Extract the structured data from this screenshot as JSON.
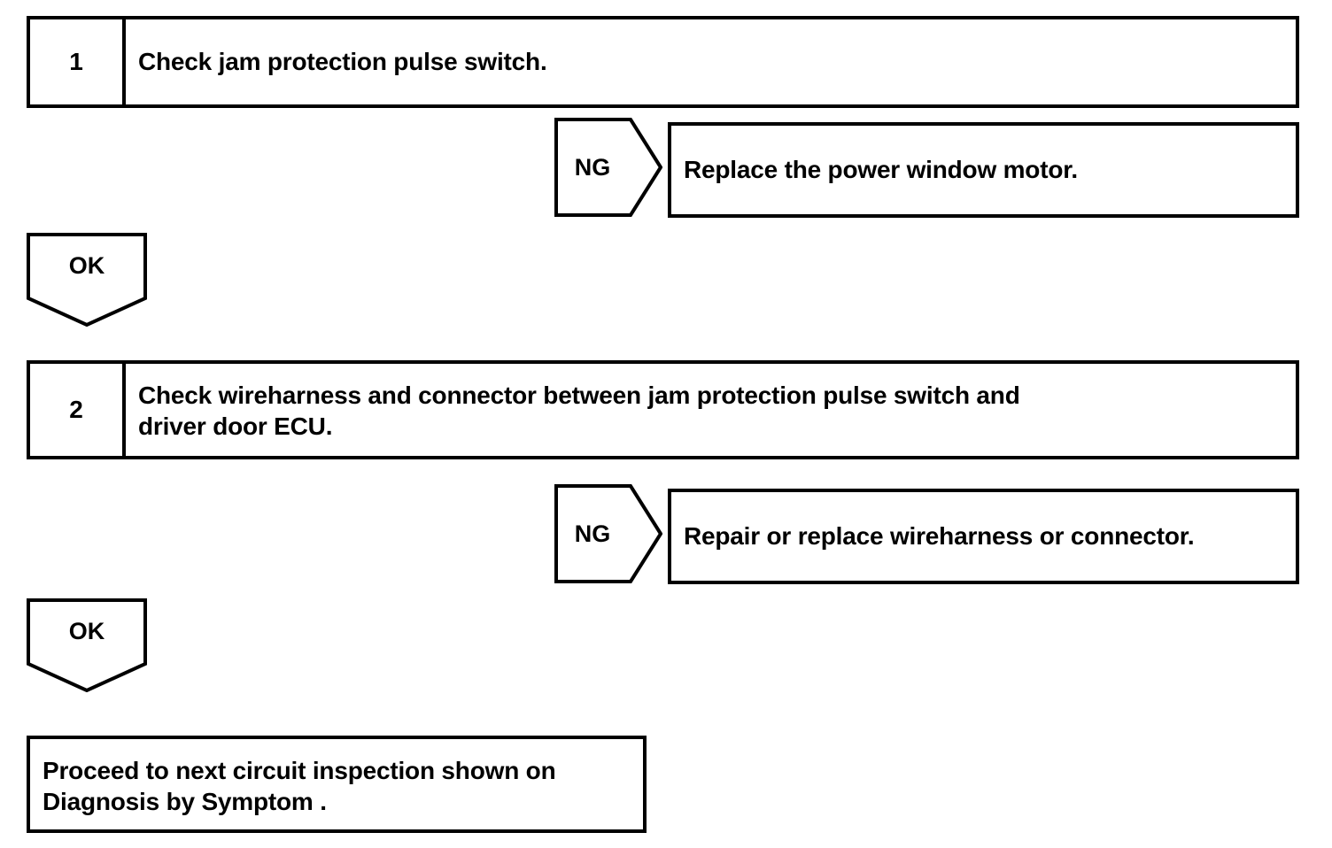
{
  "diagram": {
    "type": "troubleshooting-flowchart",
    "colors": {
      "line": "#000000",
      "background": "#ffffff",
      "text": "#000000"
    },
    "steps": [
      {
        "number": "1",
        "text": "Check jam protection pulse switch."
      },
      {
        "number": "2",
        "line1": "Check wireharness and connector between jam protection pulse switch and",
        "line2": "driver door ECU."
      }
    ],
    "branches": [
      {
        "tag": "NG",
        "result": "Replace the power window motor."
      },
      {
        "tag": "NG",
        "result": "Repair or replace wireharness or connector."
      }
    ],
    "ok_tags": [
      {
        "tag": "OK"
      },
      {
        "tag": "OK"
      }
    ],
    "final": {
      "line1": "Proceed to next circuit inspection shown on",
      "line2": "Diagnosis by Symptom ."
    }
  }
}
